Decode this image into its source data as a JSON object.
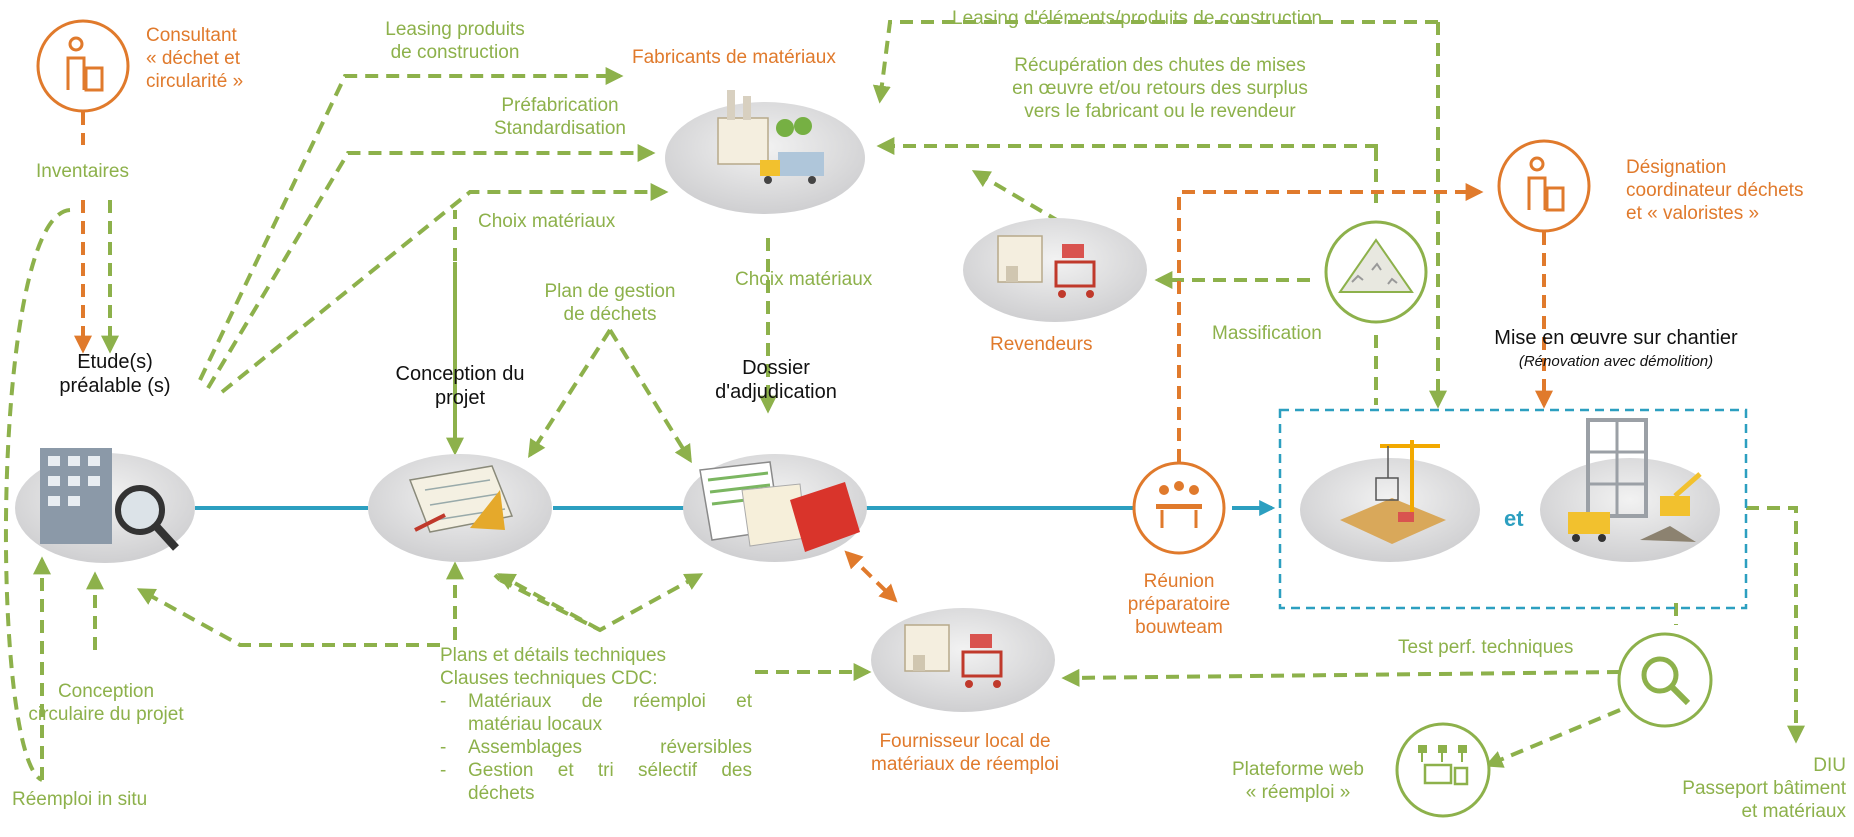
{
  "colors": {
    "green": "#8DB14B",
    "orange": "#E07A2C",
    "blue": "#2C9FC0",
    "black": "#111111",
    "grey": "#D9DADB"
  },
  "nodes": {
    "consultant": "Consultant « déchet et circularité »",
    "consultant_l1": "Consultant",
    "consultant_l2": "« déchet et",
    "consultant_l3": "circularité »",
    "fabricants": "Fabricants de matériaux",
    "revendeurs": "Revendeurs",
    "etude_l1": "Etude(s)",
    "etude_l2": "préalable (s)",
    "conception_l1": "Conception du",
    "conception_l2": "projet",
    "dossier_l1": "Dossier",
    "dossier_l2": "d'adjudication",
    "reunion_l1": "Réunion",
    "reunion_l2": "préparatoire",
    "reunion_l3": "bouwteam",
    "designation_l1": "Désignation",
    "designation_l2": "coordinateur déchets",
    "designation_l3": "et « valoristes »",
    "mise_l1": "Mise en œuvre sur chantier",
    "mise_l2": "(Rénovation avec démolition)",
    "et": "et",
    "fournisseur_l1": "Fournisseur local de",
    "fournisseur_l2": "matériaux de réemploi"
  },
  "labels": {
    "leasing_produits_l1": "Leasing produits",
    "leasing_produits_l2": "de construction",
    "prefabrication": "Préfabrication",
    "standardisation": "Standardisation",
    "choix_materiaux_1": "Choix matériaux",
    "choix_materiaux_2": "Choix matériaux",
    "leasing_elements": "Leasing d'éléments/produits de construction",
    "recuperation_l1": "Récupération des chutes de mises",
    "recuperation_l2": "en œuvre et/ou retours des surplus",
    "recuperation_l3": "vers le fabricant ou le revendeur",
    "inventaires": "Inventaires",
    "plan_gestion_l1": "Plan de gestion",
    "plan_gestion_l2": "de déchets",
    "massification": "Massification",
    "conception_circulaire_l1": "Conception",
    "conception_circulaire_l2": "circulaire du projet",
    "reemploi_in_situ": "Réemploi in situ",
    "plans_l1": "Plans et détails techniques",
    "plans_l2": "Clauses techniques CDC:",
    "cdc_1a": "Matériaux de réemploi et",
    "cdc_1b": "matériau locaux",
    "cdc_2": "Assemblages réversibles",
    "cdc_3a": "Gestion et tri sélectif des",
    "cdc_3b": "déchets",
    "test_perf": "Test perf. techniques",
    "plateforme_l1": "Plateforme web",
    "plateforme_l2": "« réemploi »",
    "diu_l1": "DIU",
    "diu_l2": "Passeport bâtiment",
    "diu_l3": "et matériaux"
  },
  "icons": [
    "person-bin-icon",
    "factory-truck-icon",
    "building-magnifier-icon",
    "blueprint-tools-icon",
    "documents-folder-icon",
    "shop-cart-icon",
    "meeting-table-icon",
    "rubble-pile-icon",
    "crane-site-icon",
    "demolition-excavator-icon",
    "magnifier-icon",
    "network-devices-icon"
  ]
}
